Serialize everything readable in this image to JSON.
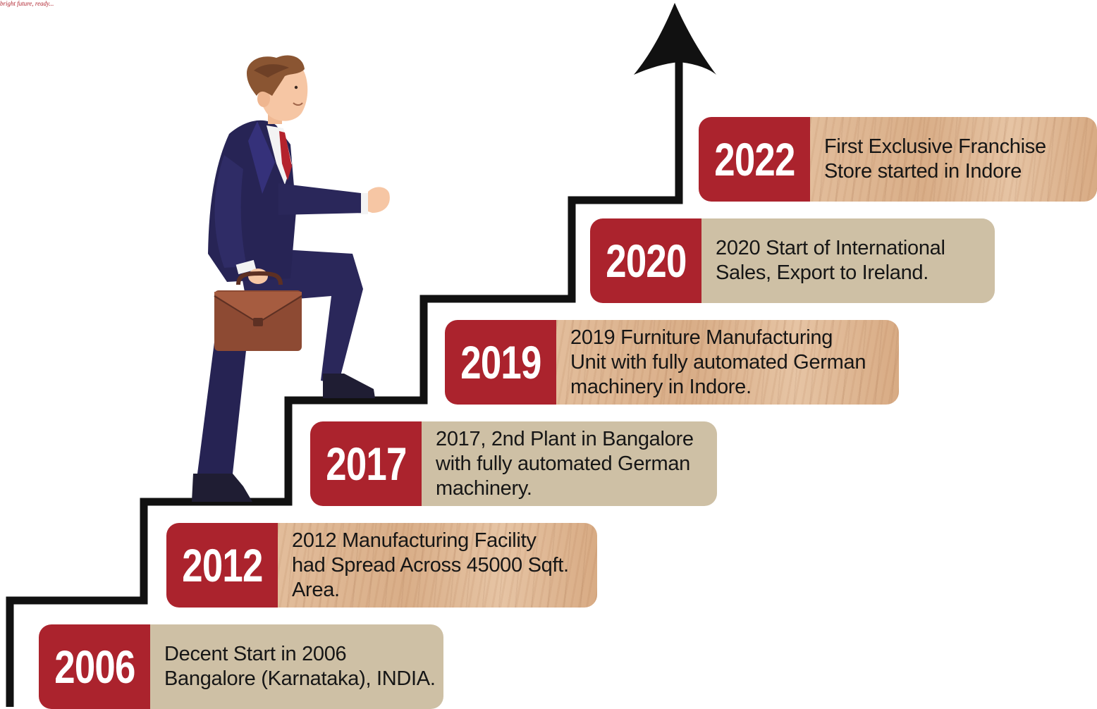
{
  "caption": "bright future, ready...",
  "timeline": [
    {
      "year": "2006",
      "text_lines": [
        "Decent Start in 2006",
        "Bangalore (Karnataka), INDIA."
      ]
    },
    {
      "year": "2012",
      "text_lines": [
        "2012 Manufacturing Facility",
        "had Spread Across 45000 Sqft.",
        "Area."
      ]
    },
    {
      "year": "2017",
      "text_lines": [
        "2017, 2nd Plant in Bangalore",
        "with fully automated German",
        "machinery."
      ]
    },
    {
      "year": "2019",
      "text_lines": [
        "2019 Furniture Manufacturing",
        "Unit with fully automated German",
        "machinery in Indore."
      ]
    },
    {
      "year": "2020",
      "text_lines": [
        "2020 Start of International",
        "Sales, Export to Ireland."
      ]
    },
    {
      "year": "2022",
      "text_lines": [
        "First Exclusive Franchise",
        "Store started in Indore"
      ]
    }
  ],
  "colors": {
    "year_box": "#ab232d",
    "text_box_tan": "#cec0a5",
    "text_box_wood": "#ddb18c",
    "staircase_line": "#111111",
    "suit": "#272455",
    "tie": "#b4232d",
    "briefcase": "#8d4a33"
  },
  "icons": [
    "staircase-arrow",
    "businessman-illustration",
    "briefcase-icon"
  ]
}
